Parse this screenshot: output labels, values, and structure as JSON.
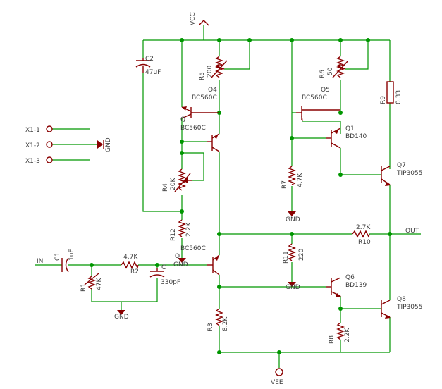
{
  "supply": {
    "vcc": "VCC",
    "vee": "VEE"
  },
  "connector": {
    "pin1": "X1-1",
    "pin2": "X1-2",
    "pin3": "X1-3",
    "gnd": "GND"
  },
  "input": {
    "label": "IN"
  },
  "output": {
    "label": "OUT"
  },
  "gnd": {
    "label": "GND"
  },
  "components": {
    "c1": {
      "name": "C1",
      "value": "1uF"
    },
    "c2": {
      "name": "C2",
      "value": "47uF"
    },
    "c3": {
      "name": "C",
      "value": "330pF"
    },
    "r1": {
      "name": "R1",
      "value": "47K"
    },
    "r2": {
      "name": "R2",
      "value": "4.7K"
    },
    "r3": {
      "name": "R3",
      "value": "8.2K"
    },
    "r4": {
      "name": "R4",
      "value": "20K"
    },
    "r5": {
      "name": "R5",
      "value": "200"
    },
    "r6": {
      "name": "R6",
      "value": "50"
    },
    "r7": {
      "name": "R7",
      "value": "4.7K"
    },
    "r8": {
      "name": "R8",
      "value": "2.2K"
    },
    "r9": {
      "name": "R9",
      "value": "0.33"
    },
    "r10": {
      "name": "R10",
      "value": "2.7K"
    },
    "r11": {
      "name": "R11",
      "value": "220"
    },
    "r12": {
      "name": "R12",
      "value": "2.2K"
    },
    "q1": {
      "name": "Q1",
      "value": "BD140"
    },
    "q2": {
      "name": "Q",
      "value": "BC560C"
    },
    "q3": {
      "name": "Q",
      "value": "BC560C"
    },
    "q4": {
      "name": "Q4",
      "value": "BC560C"
    },
    "q5": {
      "name": "Q5",
      "value": "BC560C"
    },
    "q6": {
      "name": "Q6",
      "value": "BD139"
    },
    "q7": {
      "name": "Q7",
      "value": "TIP3055"
    },
    "q8": {
      "name": "Q8",
      "value": "TIP3055"
    }
  }
}
